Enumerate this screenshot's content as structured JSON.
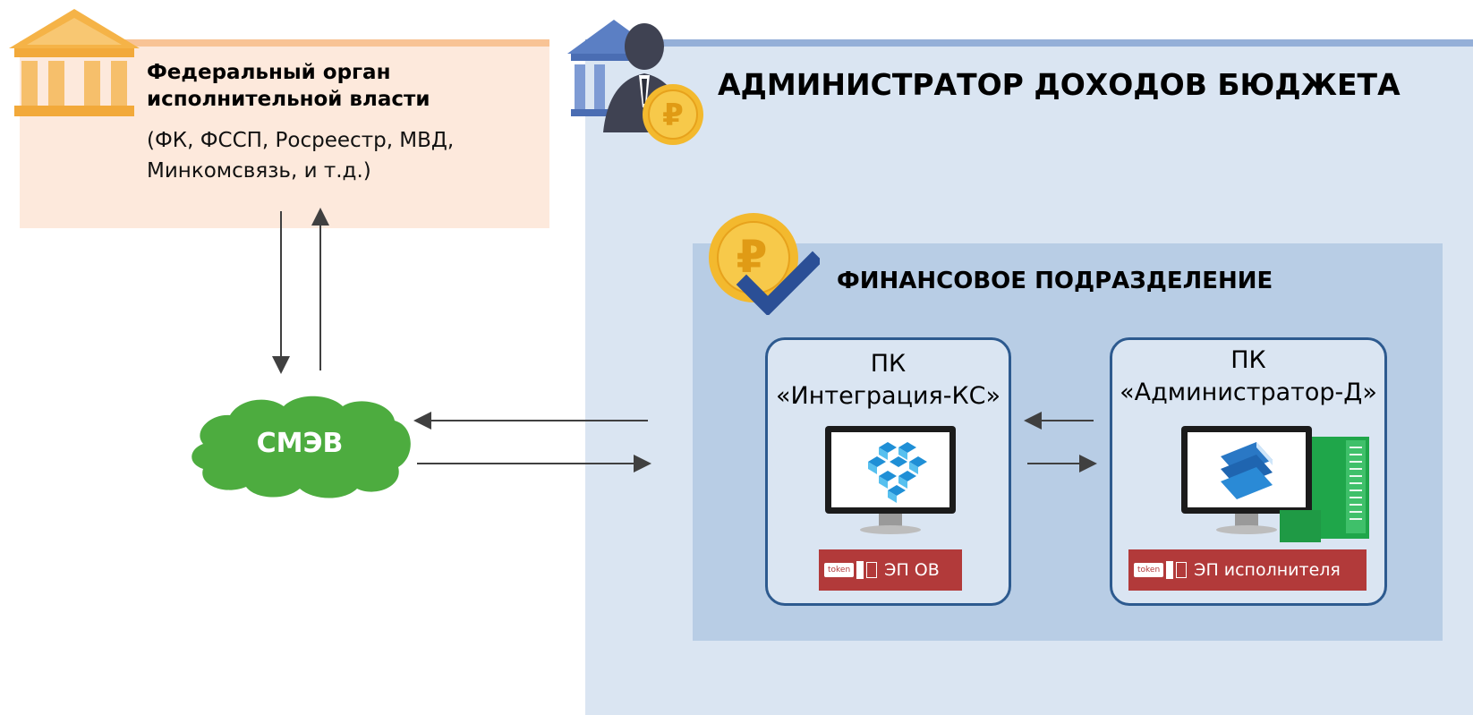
{
  "federal": {
    "title": "Федеральный орган\nисполнительной власти",
    "subtitle": "(ФК, ФССП, Росреестр, МВД,\nМинкомсвязь, и т.д.)",
    "bg_color": "#fde9dc",
    "icon": "government-building-icon"
  },
  "administrator": {
    "title": "АДМИНИСТРАТОР ДОХОДОВ БЮДЖЕТА",
    "bg_color": "#dae5f2",
    "icon": "admin-ruble-icon"
  },
  "finance": {
    "title": "ФИНАНСОВОЕ ПОДРАЗДЕЛЕНИЕ",
    "bg_color": "#b8cde5",
    "icon": "ruble-coin-check-icon"
  },
  "smev": {
    "label": "СМЭВ",
    "color": "#4dac3f"
  },
  "pk_integration": {
    "label": "ПК\n«Интеграция-КС»",
    "token_label": "ЭП ОВ",
    "icon": "integration-cubes-icon"
  },
  "pk_admin": {
    "label": "ПК\n«Администратор-Д»",
    "token_label": "ЭП исполнителя",
    "icon": "admin-layers-icon"
  },
  "token_chip_text": "token",
  "token_color": "#b23a3a"
}
